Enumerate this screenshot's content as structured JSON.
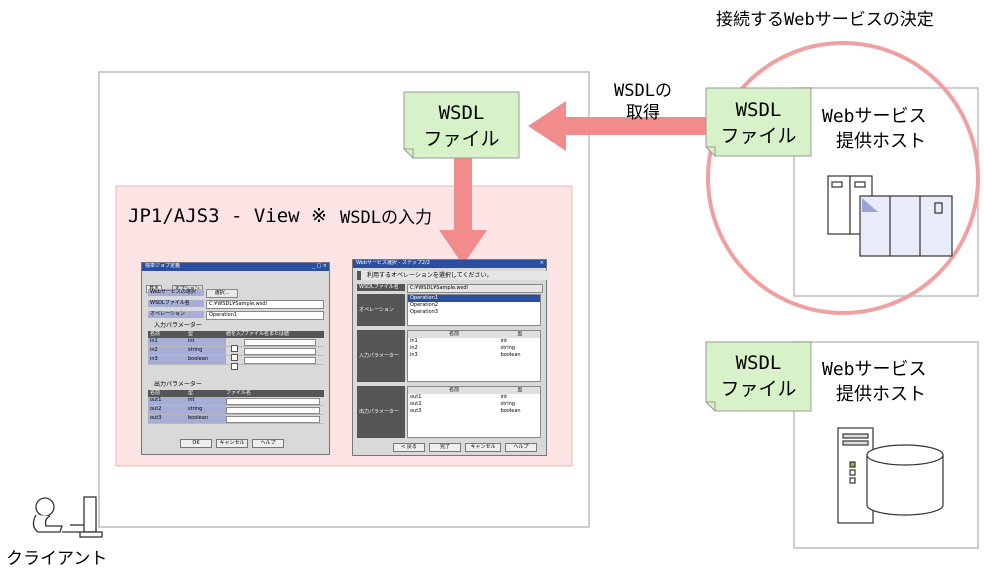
{
  "top_caption": "接続するWebサービスの決定",
  "arrow_label": {
    "line1": "WSDLの",
    "line2": "取得"
  },
  "input_label": "WSDLの入力",
  "client_label": "クライアント",
  "app_title": "JP1/AJS3 - View ※",
  "wsdl_doc": {
    "line1": "WSDL",
    "line2": "ファイル"
  },
  "host_label": {
    "line1": "Webサービス",
    "line2": "提供ホスト"
  },
  "colors": {
    "arrow": "#f28b8b",
    "circle": "#f0a0a0",
    "doc_fill": "#d7f2c8",
    "panel": "#fde4e4"
  },
  "dialog_left": {
    "title": "標準ジョブ定義",
    "tabs": [
      "基本",
      "オプション"
    ],
    "service_button": "Webサービスの選択",
    "browse_button": "選択...",
    "wsdl_label": "WSDLファイル名",
    "wsdl_value": "C:¥WSDL¥Sample.wsdl",
    "operation_label": "オペレーション",
    "operation_value": "Operation1",
    "input_section": "入力パラメーター",
    "input_headers": [
      "名前",
      "型",
      "値を入力",
      "ファイル名または値"
    ],
    "input_rows": [
      [
        "in1",
        "int"
      ],
      [
        "in2",
        "string"
      ],
      [
        "in3",
        "boolean"
      ]
    ],
    "output_section": "出力パラメーター",
    "output_headers": [
      "名前",
      "型",
      "ファイル名"
    ],
    "output_rows": [
      [
        "out1",
        "int"
      ],
      [
        "out2",
        "string"
      ],
      [
        "out3",
        "boolean"
      ]
    ],
    "buttons": [
      "OK",
      "キャンセル",
      "ヘルプ"
    ]
  },
  "dialog_right": {
    "title": "Webサービス選択 - ステップ2/2",
    "instruction": "利用するオペレーションを選択してください。",
    "wsdl_label": "WSDLファイル名",
    "wsdl_value": "C:¥WSDL¥Sample.wsdl",
    "operation_label": "オペレーション",
    "operations": [
      "Operation1",
      "Operation2",
      "Operation3"
    ],
    "input_label": "入力パラメーター",
    "output_label": "出力パラメーター",
    "param_headers": [
      "名前",
      "型"
    ],
    "input_rows": [
      [
        "in1",
        "int"
      ],
      [
        "in2",
        "string"
      ],
      [
        "in3",
        "boolean"
      ]
    ],
    "output_rows": [
      [
        "out1",
        "int"
      ],
      [
        "out2",
        "string"
      ],
      [
        "out3",
        "boolean"
      ]
    ],
    "buttons": [
      "< 戻る",
      "完了",
      "キャンセル",
      "ヘルプ"
    ]
  }
}
